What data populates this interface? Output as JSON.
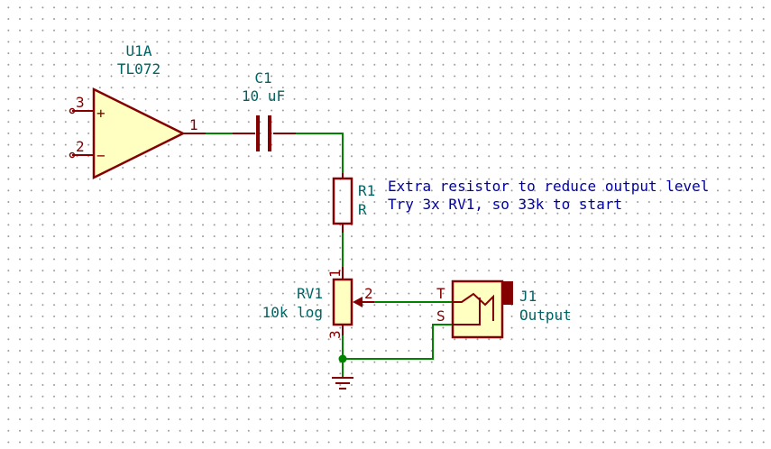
{
  "schematic": {
    "u1": {
      "ref": "U1A",
      "value": "TL072",
      "pin_noninv": "3",
      "pin_inv": "2",
      "pin_out": "1",
      "plus_sign": "+",
      "minus_sign": "−"
    },
    "c1": {
      "ref": "C1",
      "value": "10 uF"
    },
    "r1": {
      "ref": "R1",
      "value": "R"
    },
    "rv1": {
      "ref": "RV1",
      "value": "10k log",
      "pin1": "1",
      "pin2": "2",
      "pin3": "3"
    },
    "j1": {
      "ref": "J1",
      "value": "Output",
      "pin_t": "T",
      "pin_s": "S"
    },
    "note": {
      "line1": "Extra resistor to reduce output level",
      "line2": "Try 3x RV1, so 33k to start"
    },
    "colors": {
      "wire": "#008400",
      "component": "#840000",
      "component_fill": "#ffffc2",
      "reference": "#006464",
      "note": "#0000a0",
      "junction": "#008400"
    }
  }
}
